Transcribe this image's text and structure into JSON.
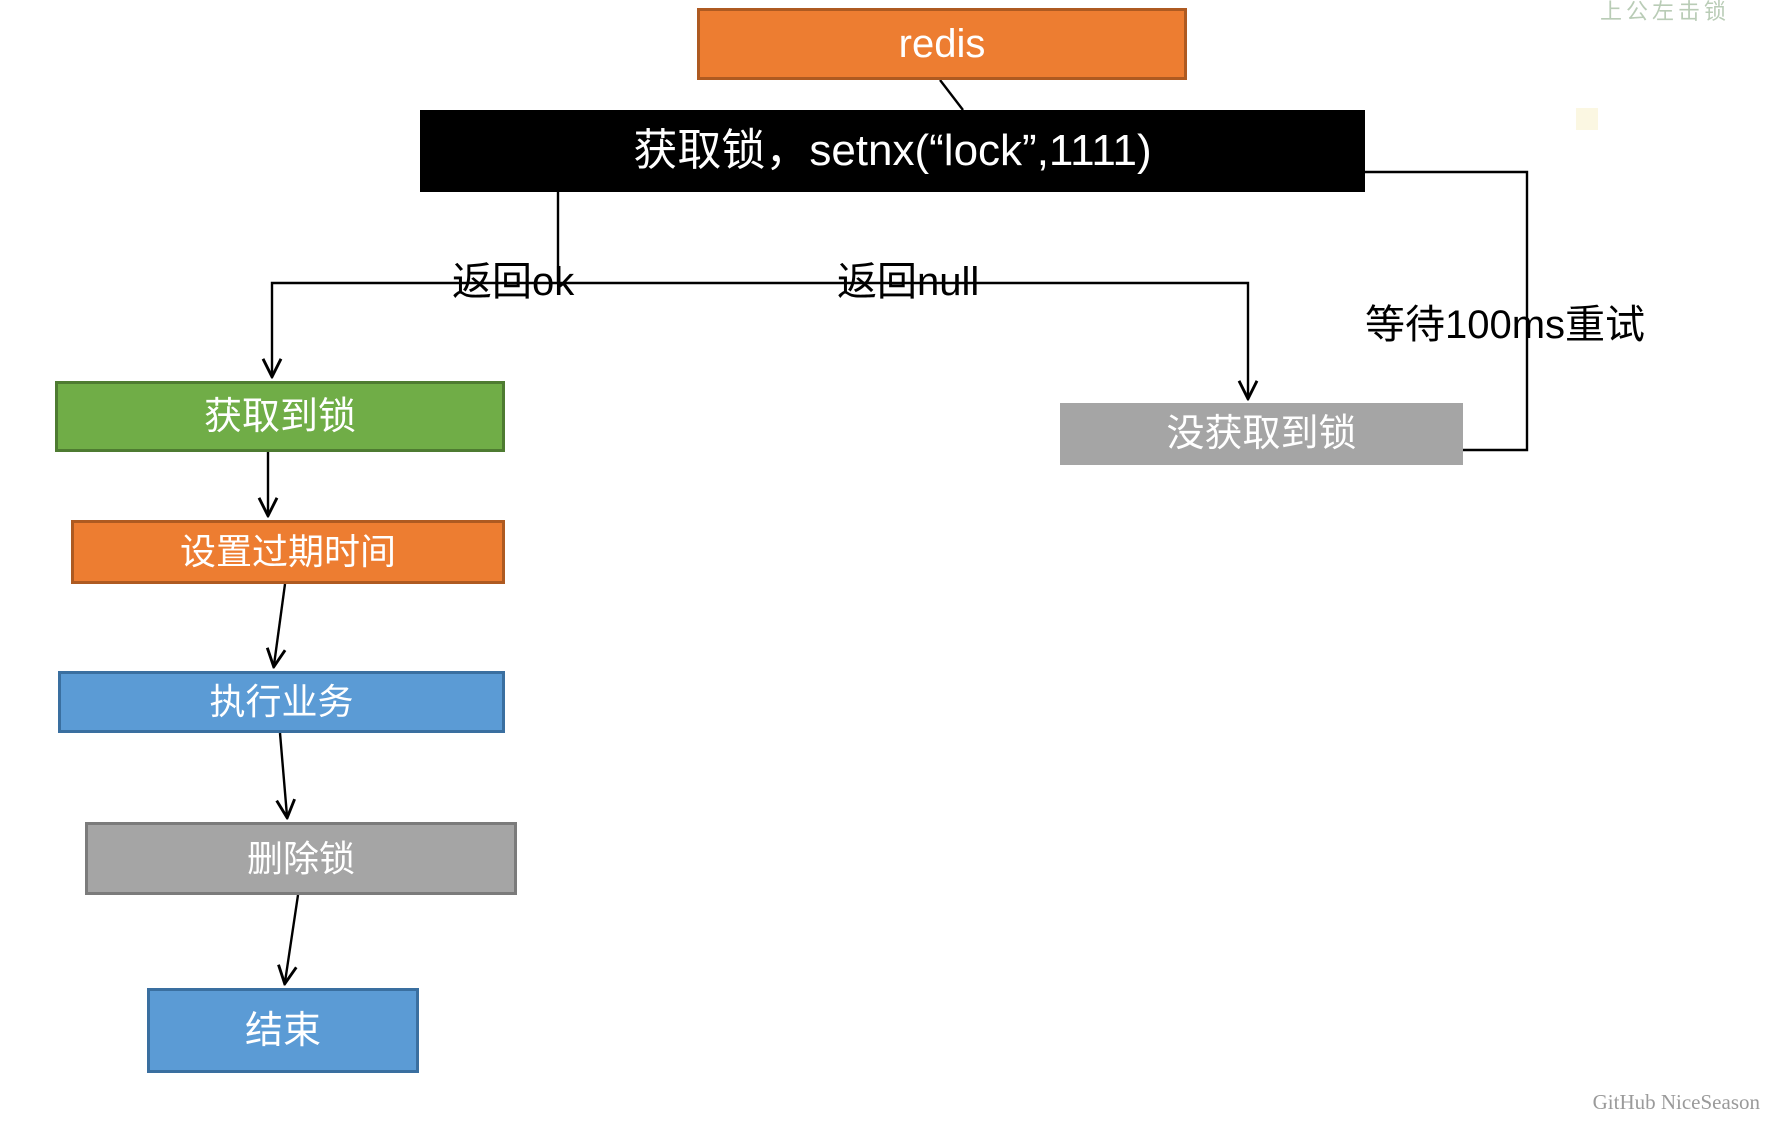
{
  "diagram": {
    "title": "redis distributed lock flowchart",
    "nodes": {
      "redis": {
        "label": "redis",
        "fill": "#ED7D31",
        "border": "#AE5A21",
        "text_color": "#FFFFFF"
      },
      "get_lock_cmd": {
        "label": "获取锁，setnx(“lock”,1111)",
        "fill": "#000000",
        "text_color": "#FFFFFF"
      },
      "acquired": {
        "label": "获取到锁",
        "fill": "#70AD47",
        "border": "#4E7B31",
        "text_color": "#FFFFFF"
      },
      "set_expire": {
        "label": "设置过期时间",
        "fill": "#ED7D31",
        "border": "#AE5A21",
        "text_color": "#FFFFFF"
      },
      "run_business": {
        "label": "执行业务",
        "fill": "#5B9BD5",
        "border": "#3A6FA0",
        "text_color": "#FFFFFF"
      },
      "delete_lock": {
        "label": "删除锁",
        "fill": "#A5A5A5",
        "border": "#7B7B7B",
        "text_color": "#FFFFFF"
      },
      "end": {
        "label": "结束",
        "fill": "#5B9BD5",
        "border": "#3A6FA0",
        "text_color": "#FFFFFF"
      },
      "not_acquired": {
        "label": "没获取到锁",
        "fill": "#A5A5A5",
        "text_color": "#FFFFFF"
      }
    },
    "edge_labels": {
      "return_ok": "返回ok",
      "return_null": "返回null",
      "retry": "等待100ms重试"
    },
    "edges": [
      {
        "from": "redis",
        "to": "get_lock_cmd",
        "label": ""
      },
      {
        "from": "get_lock_cmd",
        "to": "acquired",
        "label": "返回ok"
      },
      {
        "from": "get_lock_cmd",
        "to": "not_acquired",
        "label": "返回null"
      },
      {
        "from": "acquired",
        "to": "set_expire",
        "label": ""
      },
      {
        "from": "set_expire",
        "to": "run_business",
        "label": ""
      },
      {
        "from": "run_business",
        "to": "delete_lock",
        "label": ""
      },
      {
        "from": "delete_lock",
        "to": "end",
        "label": ""
      },
      {
        "from": "get_lock_cmd",
        "to": "not_acquired",
        "label": "等待100ms重试"
      }
    ]
  },
  "watermark": {
    "text": "GitHub NiceSeason",
    "color": "#9A9A9A"
  },
  "artifact": {
    "text": "上公左击锁"
  }
}
